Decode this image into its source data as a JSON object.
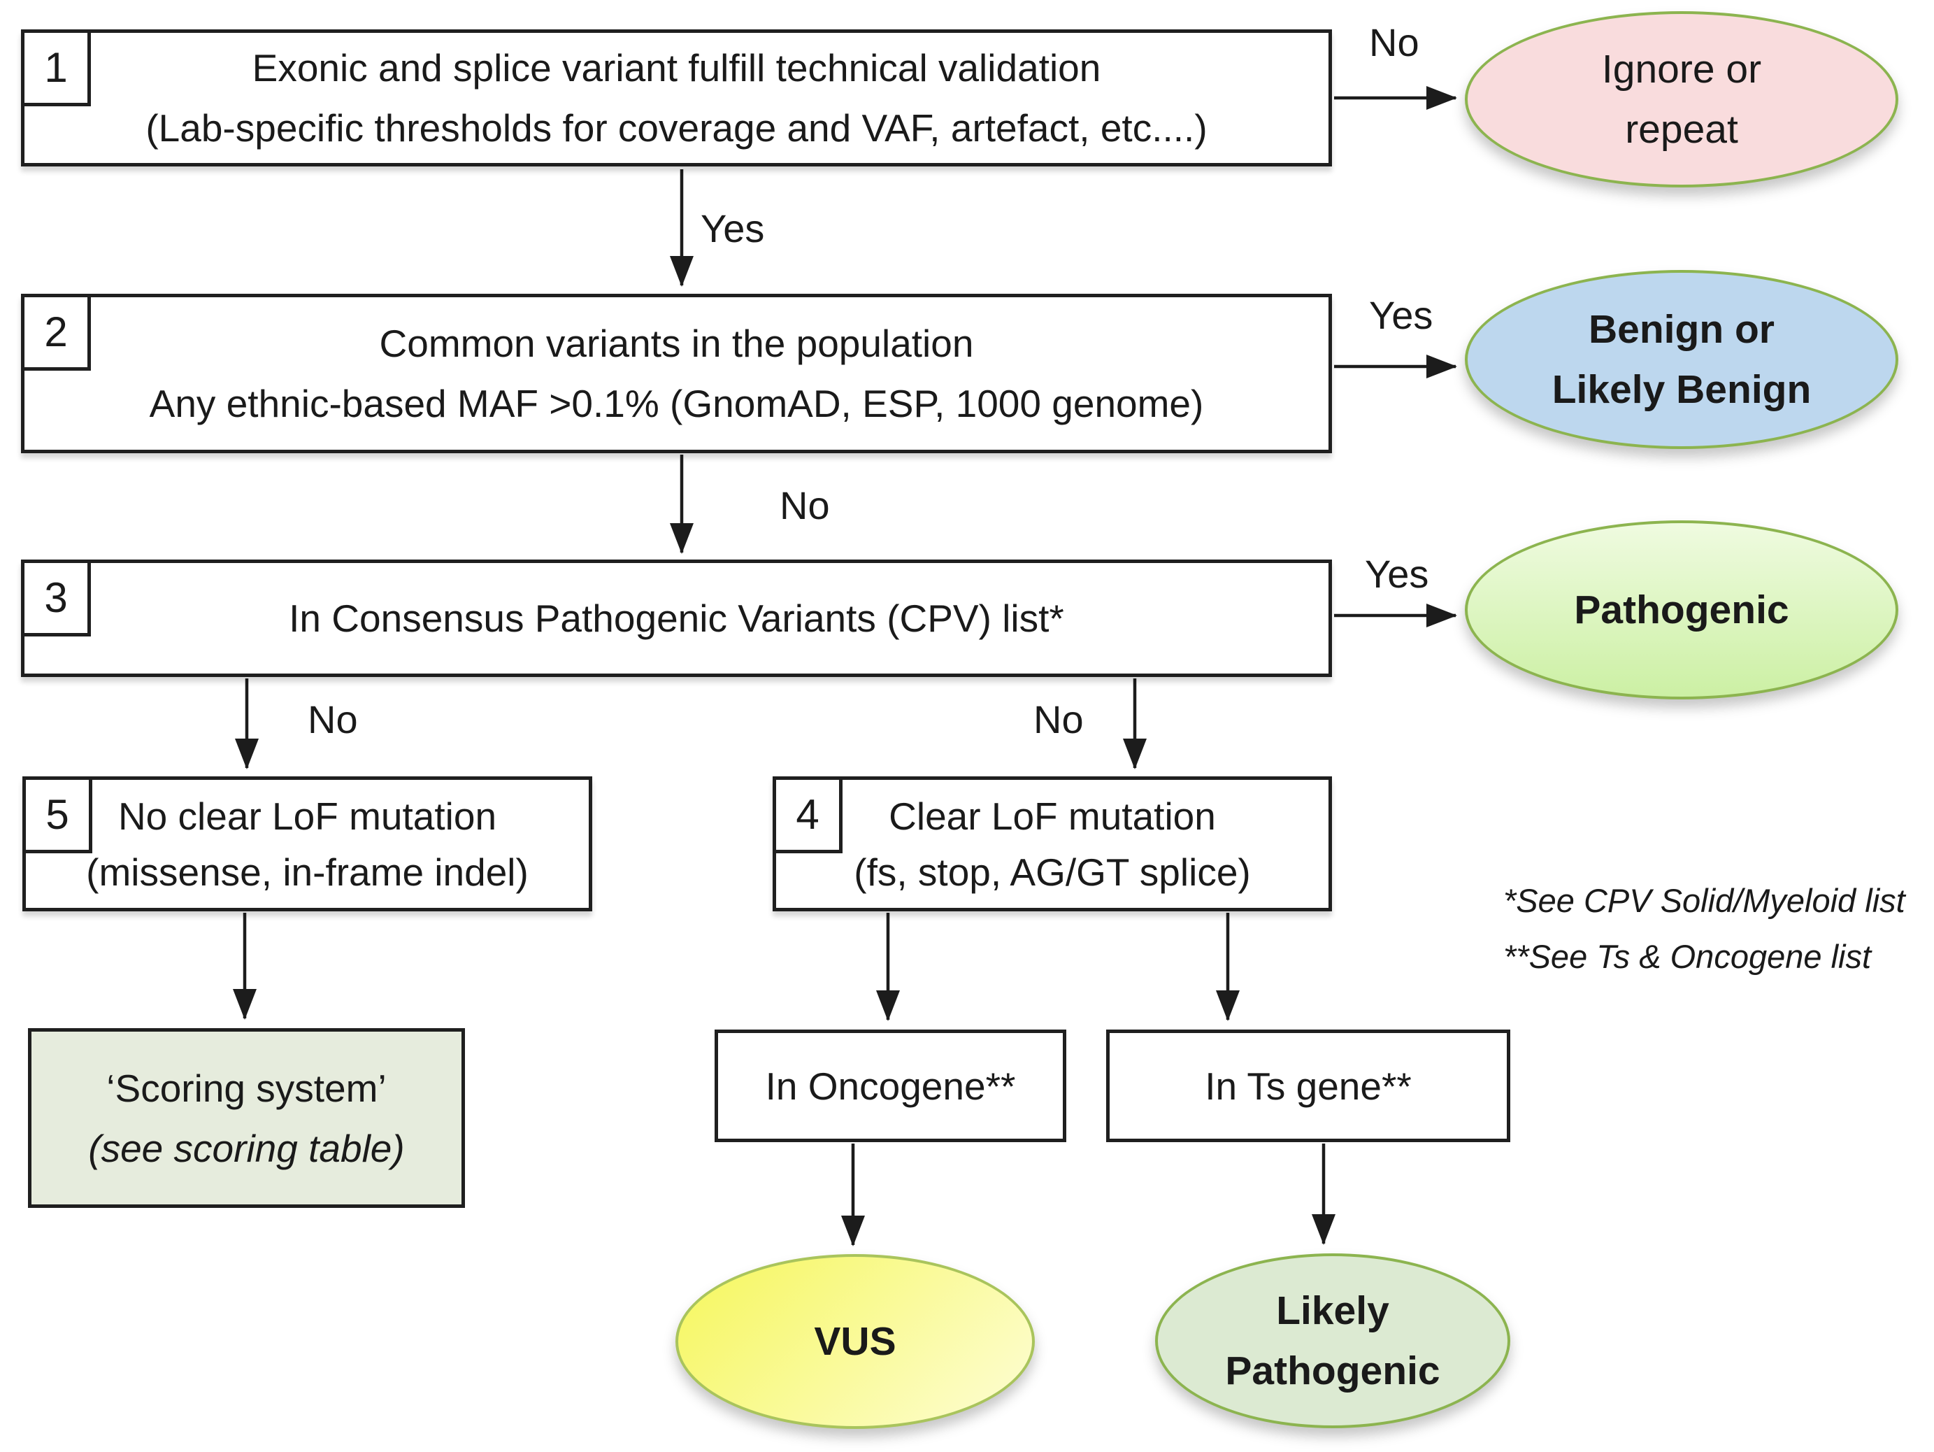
{
  "boxes": {
    "step1": {
      "number": "1",
      "line1": "Exonic and splice variant fulfill technical validation",
      "line2": "(Lab-specific thresholds for coverage and VAF, artefact, etc....)"
    },
    "step2": {
      "number": "2",
      "line1": "Common variants in the population",
      "line2": "Any ethnic-based MAF >0.1% (GnomAD, ESP, 1000 genome)"
    },
    "step3": {
      "number": "3",
      "line1": "In Consensus Pathogenic Variants (CPV) list*"
    },
    "step5": {
      "number": "5",
      "line1": "No clear LoF mutation",
      "line2": "(missense, in-frame indel)"
    },
    "step4": {
      "number": "4",
      "line1": "Clear LoF mutation",
      "line2": "(fs, stop, AG/GT splice)"
    },
    "oncogene": {
      "label": "In Oncogene**"
    },
    "ts_gene": {
      "label": "In Ts gene**"
    },
    "scoring": {
      "line1": "‘Scoring system’",
      "line2": "(see scoring table)"
    }
  },
  "outcomes": {
    "ignore": {
      "line1": "Ignore or",
      "line2": "repeat"
    },
    "benign": {
      "line1": "Benign or",
      "line2": "Likely Benign"
    },
    "pathogenic": {
      "label": "Pathogenic"
    },
    "vus": {
      "label": "VUS"
    },
    "likely_pathogenic": {
      "line1": "Likely",
      "line2": "Pathogenic"
    }
  },
  "edges": {
    "step1_no": "No",
    "step1_yes": "Yes",
    "step2_yes": "Yes",
    "step2_no": "No",
    "step3_yes": "Yes",
    "step3_no_left": "No",
    "step3_no_right": "No"
  },
  "footnotes": {
    "line1": "*See CPV Solid/Myeloid list",
    "line2": "**See Ts & Oncogene list"
  },
  "colors": {
    "line": "#1c1c1c",
    "box_border": "#1f1f1f",
    "ellipse_border": "#8cb44f",
    "vus_border": "#a9c45c",
    "ignore_fill": "#f9dcdd",
    "benign_fill": "#bdd7ee",
    "path_fill_top": "#effbe0",
    "path_fill_bottom": "#ccf0a4",
    "vus_fill_a": "#f6f762",
    "vus_fill_b": "#fdfdcf",
    "lp_fill": "#dcead2",
    "scoring_fill": "#e6ecdd"
  }
}
